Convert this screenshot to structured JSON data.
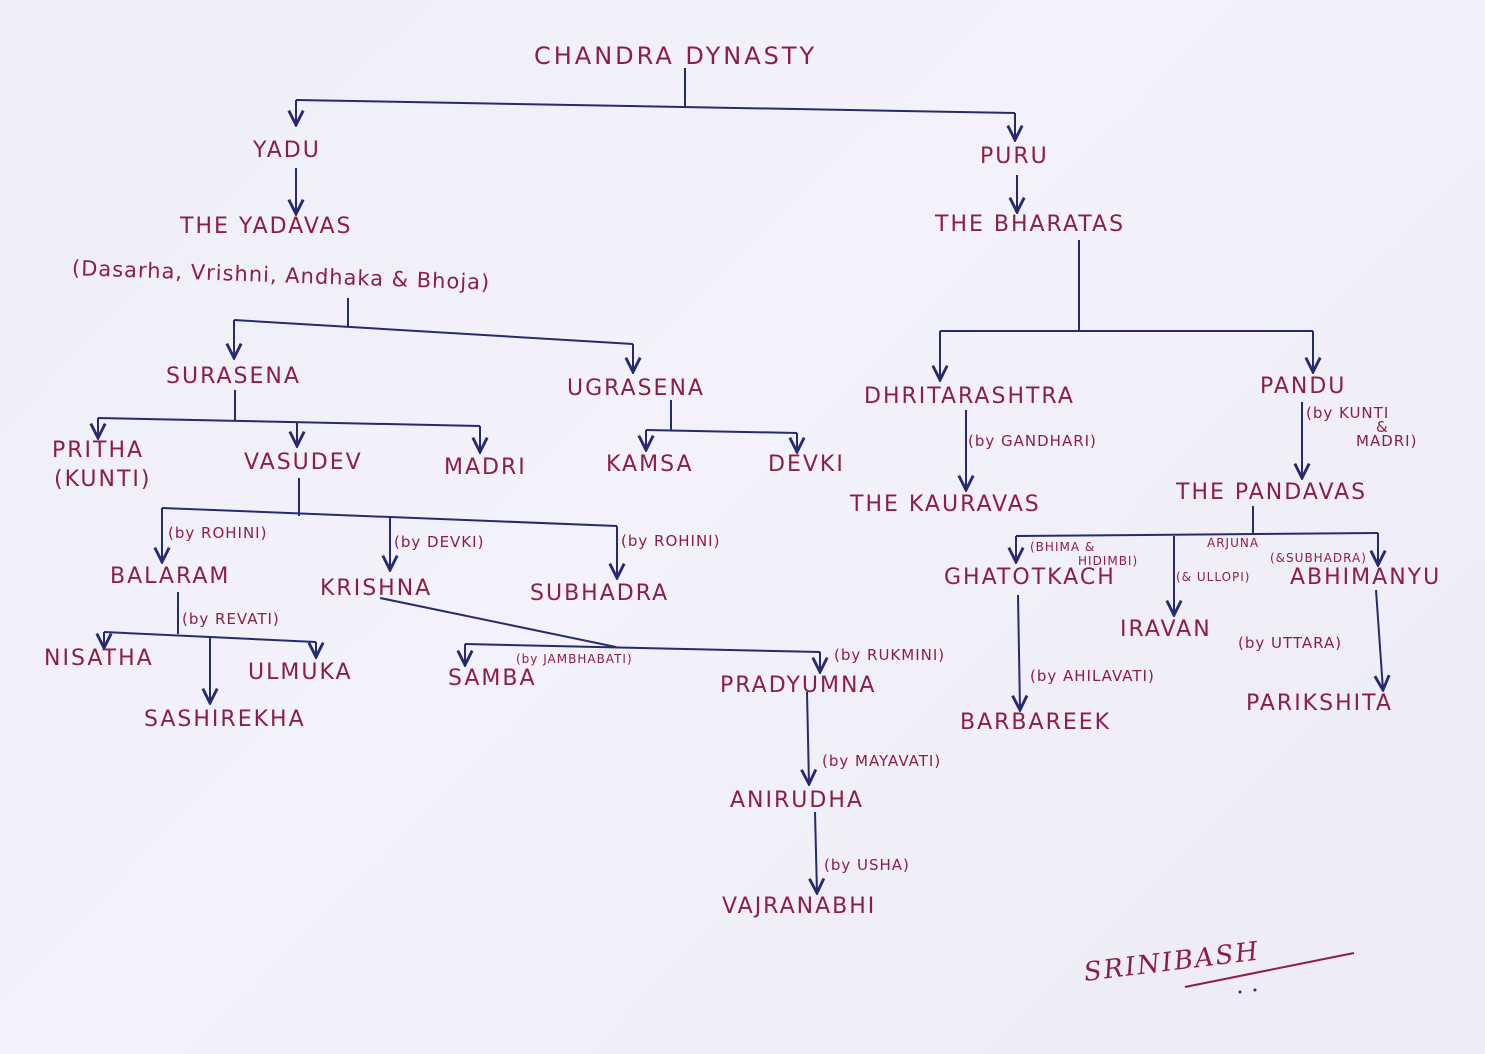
{
  "title": "CHANDRA DYNASTY",
  "nodes": {
    "yadu": "YADU",
    "puru": "PURU",
    "yadavas": "THE YADAVAS",
    "yadava_clans": "(Dasarha, Vrishni, Andhaka & Bhoja)",
    "bharatas": "THE BHARATAS",
    "surasena": "SURASENA",
    "ugrasena": "UGRASENA",
    "dhritarashtra": "DHRITARASHTRA",
    "pandu": "PANDU",
    "pritha": "PRITHA",
    "pritha_alias": "(KUNTI)",
    "vasudev": "VASUDEV",
    "madri": "MADRI",
    "kamsa": "KAMSA",
    "devki": "DEVKI",
    "kauravas": "THE KAURAVAS",
    "pandavas": "THE PANDAVAS",
    "balaram": "BALARAM",
    "krishna": "KRISHNA",
    "subhadra": "SUBHADRA",
    "ghatotkach": "GHATOTKACH",
    "iravan": "IRAVAN",
    "abhimanyu": "ABHIMANYU",
    "nisatha": "NISATHA",
    "ulmuka": "ULMUKA",
    "sashirekha": "SASHIREKHA",
    "samba": "SAMBA",
    "pradyumna": "PRADYUMNA",
    "barbareek": "BARBAREEK",
    "parikshita": "PARIKSHITA",
    "anirudha": "ANIRUDHA",
    "vajranabhi": "VAJRANABHI"
  },
  "notes": {
    "by_gandhari": "(by GANDHARI)",
    "by_kunti": "(by KUNTI",
    "amp": "&",
    "madri": "MADRI)",
    "by_rohini_1": "(by ROHINI)",
    "by_devki": "(by DEVKI)",
    "by_rohini_2": "(by ROHINI)",
    "by_revati": "(by REVATI)",
    "by_jambhabati": "(by JAMBHABATI)",
    "by_rukmini": "(by RUKMINI)",
    "by_mayavati": "(by MAYAVATI)",
    "by_usha": "(by USHA)",
    "bhima_1": "(BHIMA &",
    "bhima_2": "HIDIMBI)",
    "arjuna": "ARJUNA",
    "ullopi": "(& ULLOPI)",
    "subhadra_note": "(&SUBHADRA)",
    "by_ahilavati": "(by AHILAVATI)",
    "by_uttara": "(by UTTARA)"
  },
  "signature": "SRINIBASH",
  "colors": {
    "ink_text": "#8c1d48",
    "ink_lines": "#262a6e",
    "paper": "#efeef8"
  }
}
